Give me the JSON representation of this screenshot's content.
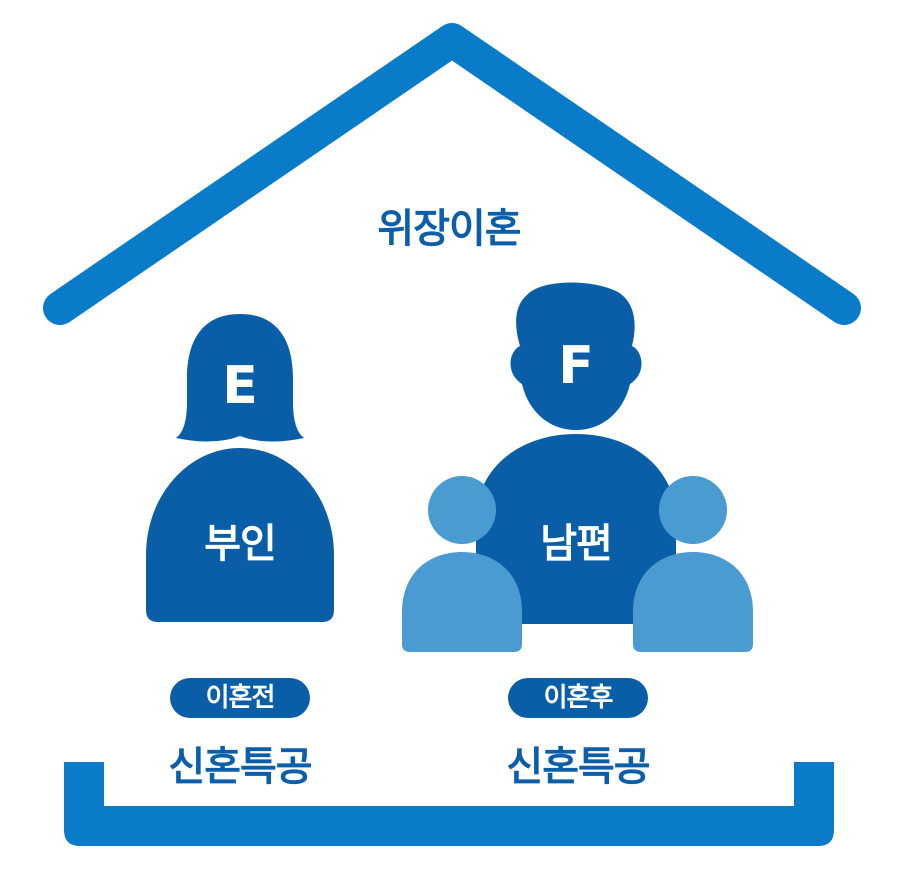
{
  "colors": {
    "frame": "#0a7bc8",
    "figure": "#0a5ea8",
    "child": "#4a9bd2",
    "text_blue": "#0b5eaa",
    "background": "#ffffff"
  },
  "title": "위장이혼",
  "wife": {
    "initial": "E",
    "label": "부인",
    "badge": "이혼전",
    "caption": "신혼특공"
  },
  "husband": {
    "initial": "F",
    "label": "남편",
    "badge": "이혼후",
    "caption": "신혼특공"
  },
  "icons": [
    "house-roof-icon",
    "house-floor-icon",
    "woman-icon",
    "man-icon",
    "child-icon"
  ]
}
